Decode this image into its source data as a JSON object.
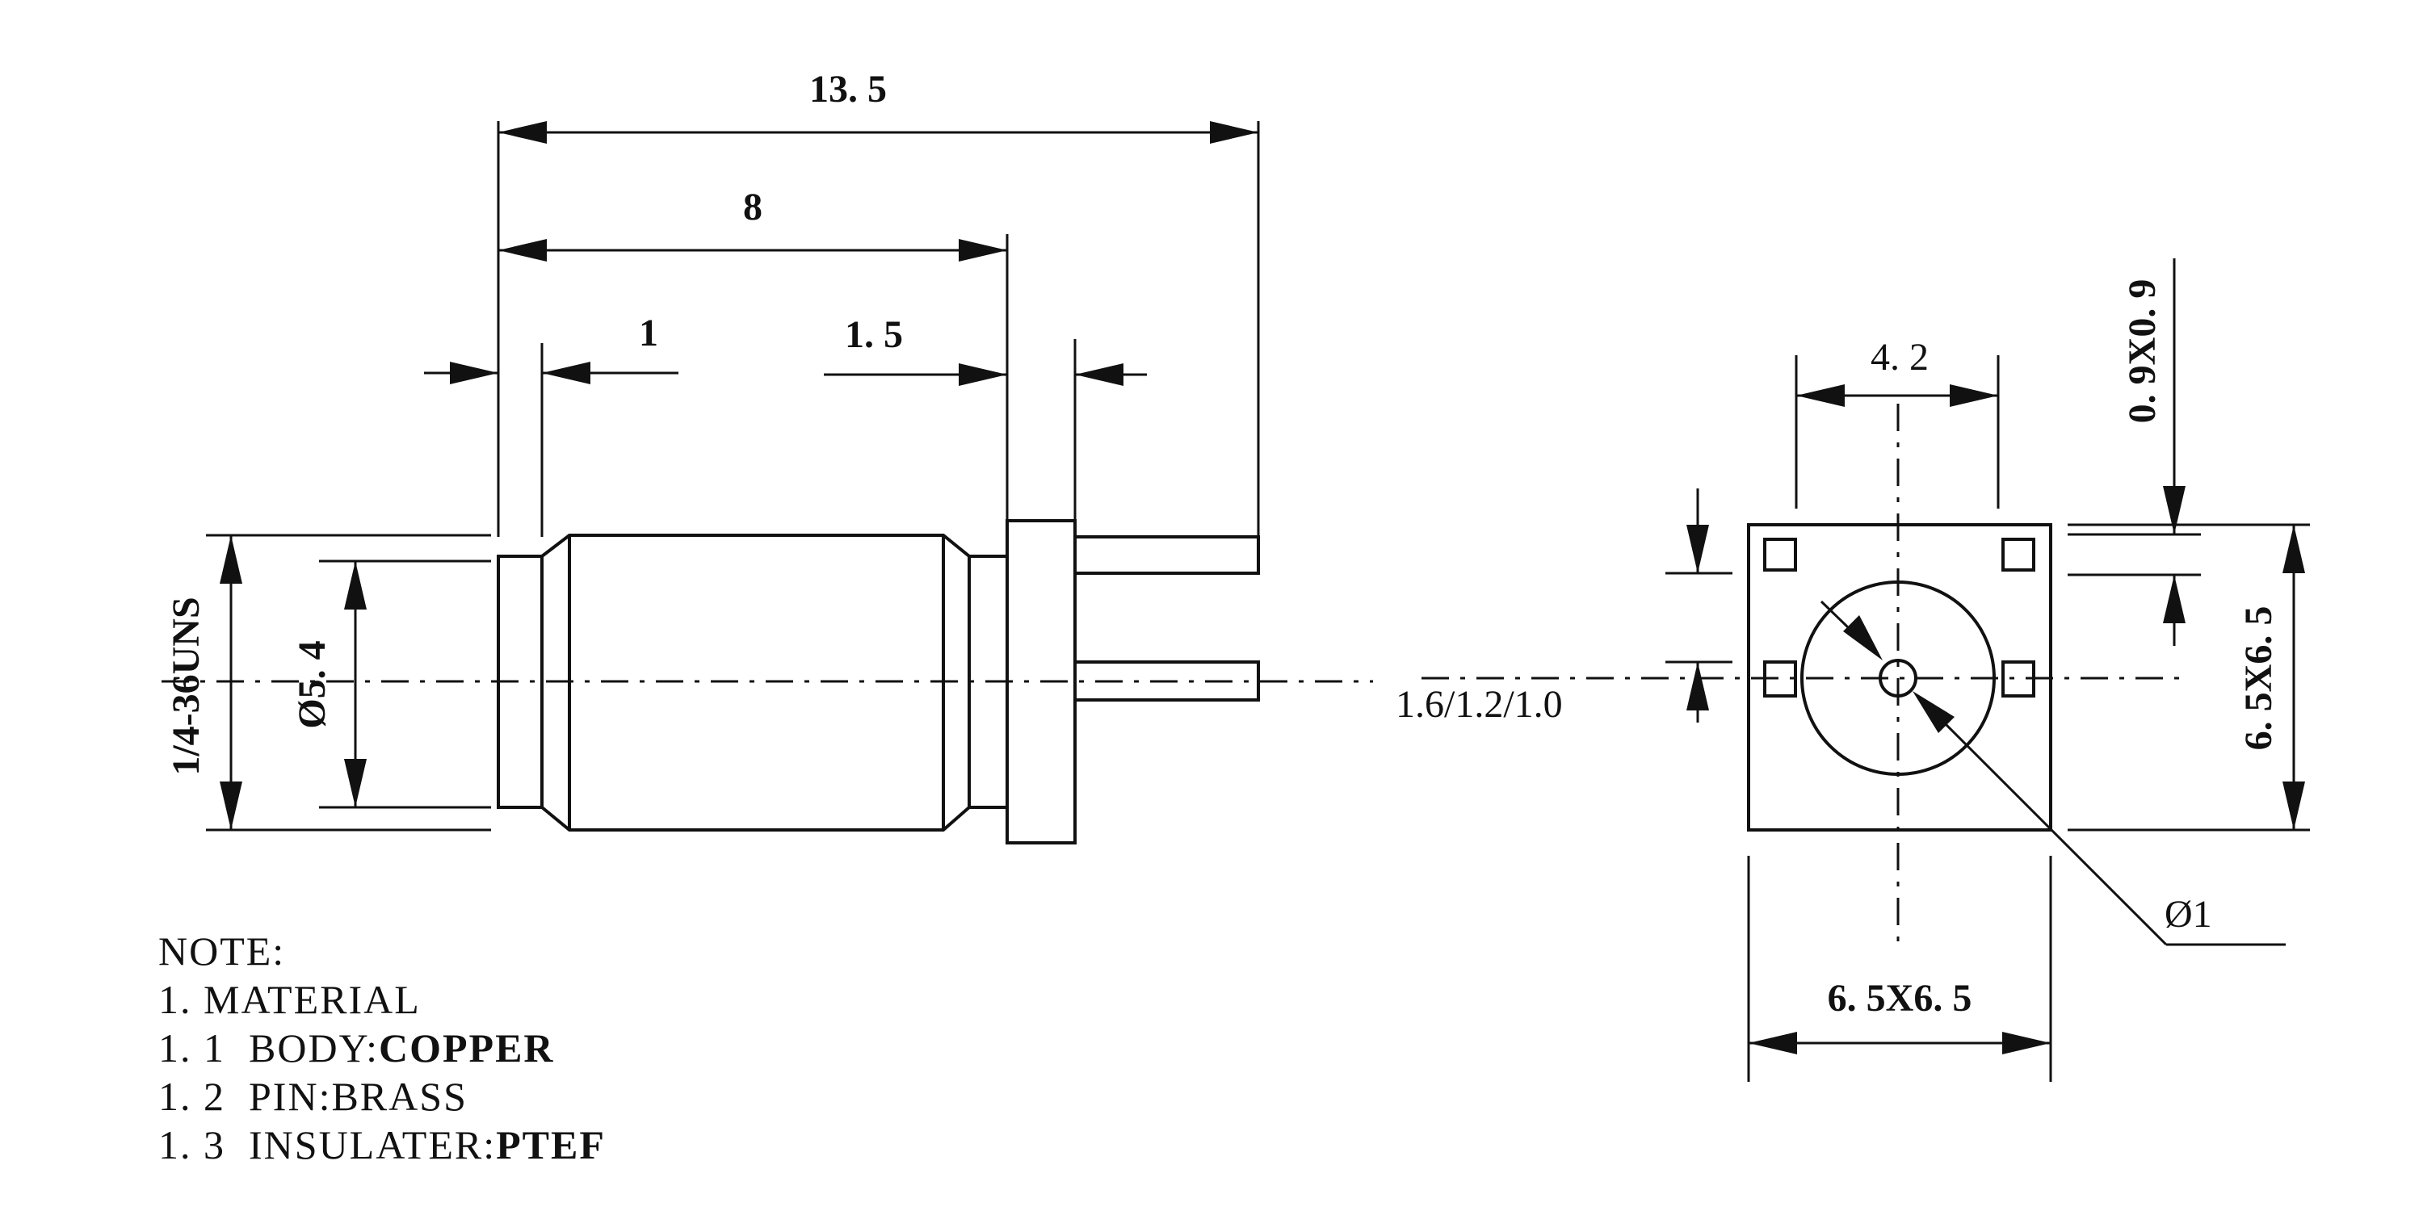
{
  "dimensions": {
    "overall_length": "13. 5",
    "body_length": "8",
    "front_step": "1",
    "flange_thickness": "1. 5",
    "thread": "1/4-36UNS",
    "body_diameter": "Ø5. 4",
    "pin_square_top": "4. 2",
    "pin_square_size": "0. 9X0. 9",
    "pin_diameters": "1.6/1.2/1.0",
    "flange_height": "6. 5X6. 5",
    "flange_width": "6. 5X6. 5",
    "center_pin_diameter": "Ø1"
  },
  "notes": {
    "heading": "NOTE:",
    "item_1": "1. MATERIAL",
    "item_1_1_prefix": "1. 1  BODY:",
    "item_1_1_value": "COPPER",
    "item_1_2": "1. 2  PIN:BRASS",
    "item_1_3_prefix": "1. 3  INSULATER:",
    "item_1_3_value": "PTEF"
  }
}
